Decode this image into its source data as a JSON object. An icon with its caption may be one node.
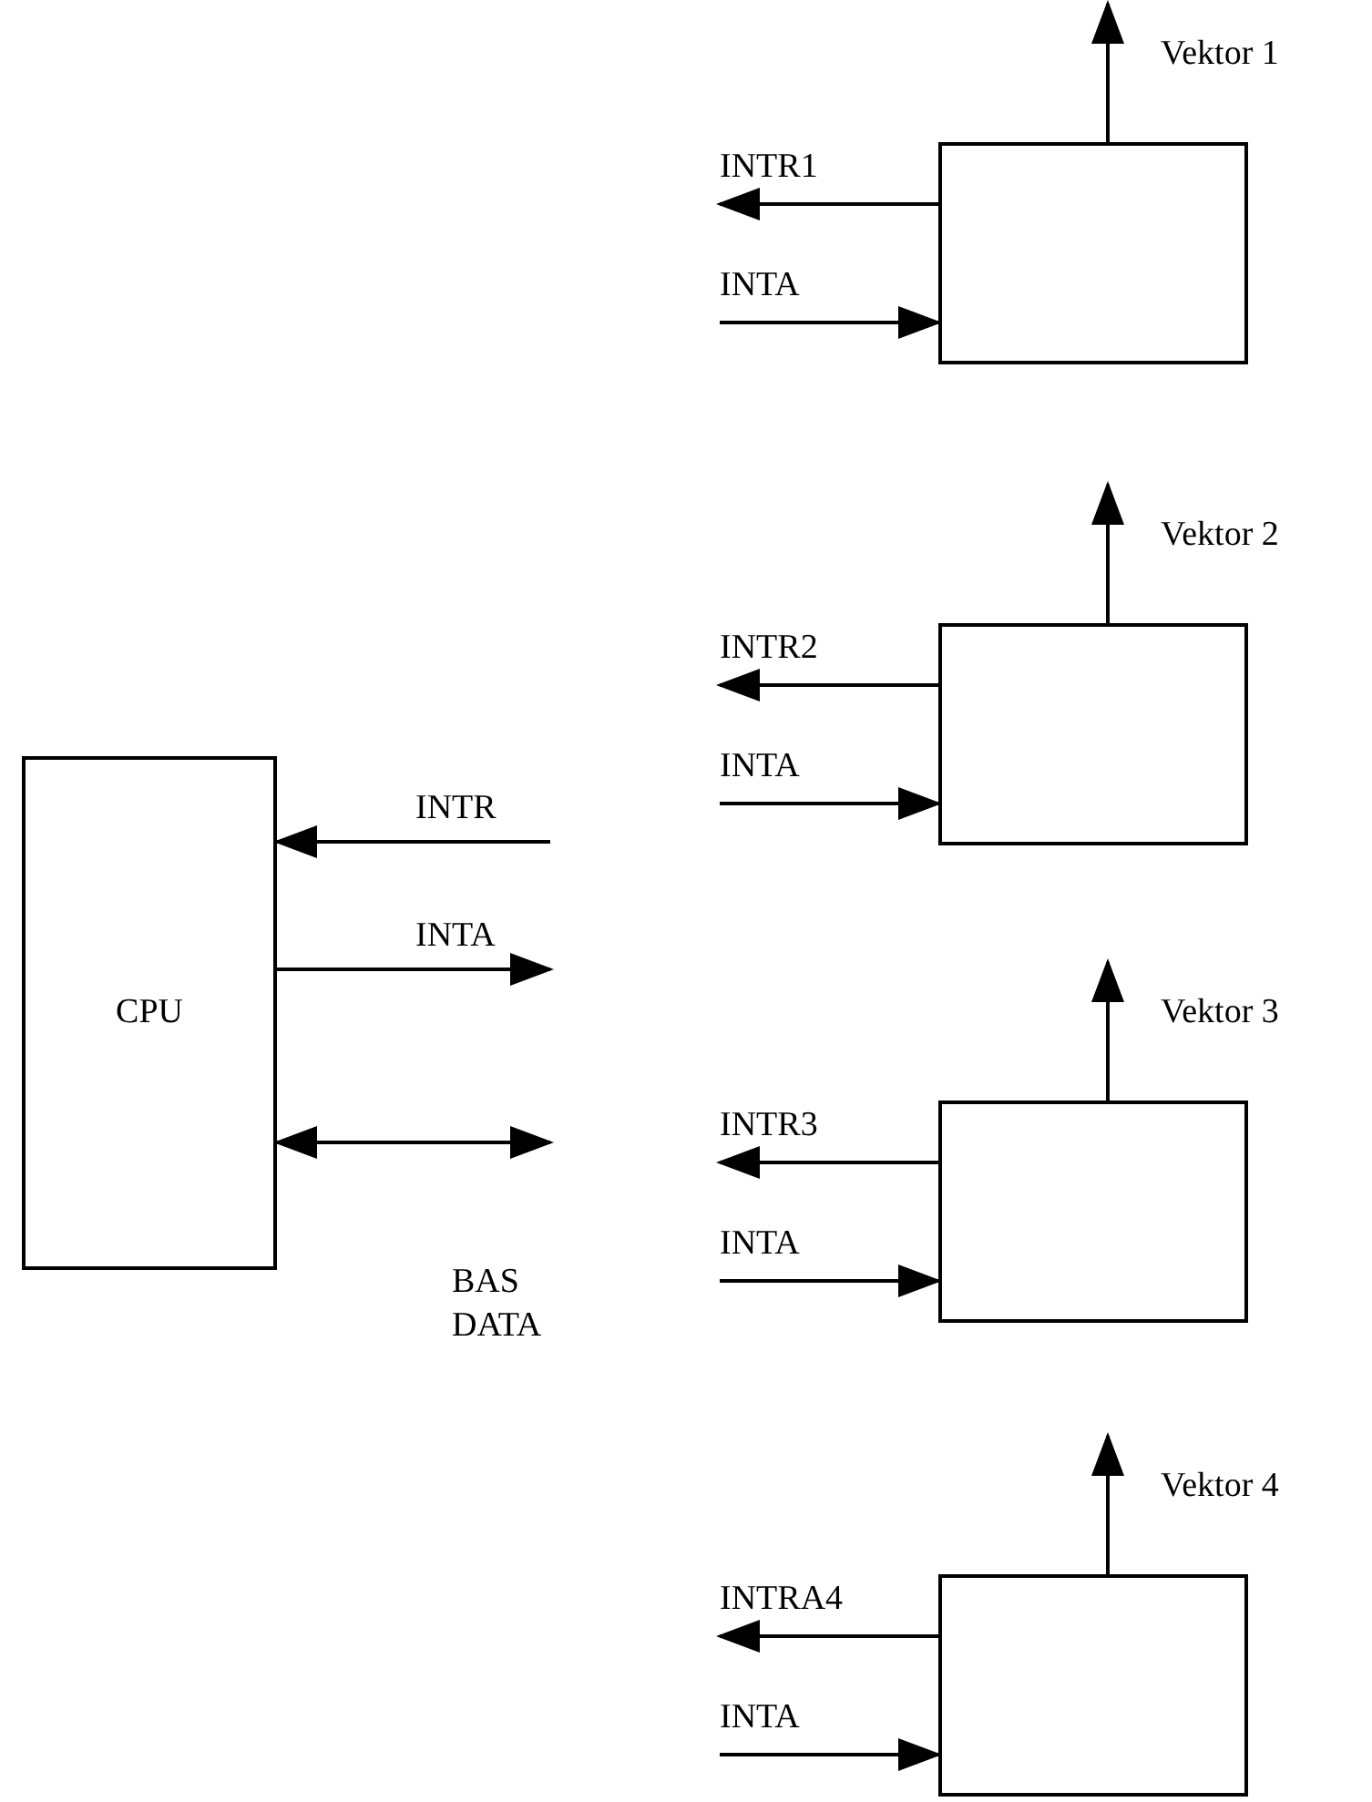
{
  "diagram": {
    "nodes": [
      {
        "text": [
          "CPU"
        ]
      },
      {
        "text": [],
        "shape": "box"
      },
      {
        "text": [],
        "shape": "box"
      },
      {
        "text": [],
        "shape": "box"
      },
      {
        "text": [],
        "shape": "box"
      }
    ],
    "edges": [
      {
        "from": null,
        "to": 0,
        "arrow": "to",
        "label": "INTR"
      },
      {
        "from": 0,
        "to": null,
        "arrow": "to",
        "label": "INTA"
      },
      {
        "from": 0,
        "to": null,
        "arrow": "both",
        "label": "BAS DATA"
      },
      {
        "from": 1,
        "to": null,
        "arrow": "to",
        "label": "Vektor 1"
      },
      {
        "from": 1,
        "to": null,
        "arrow": "to",
        "label": "INTR1"
      },
      {
        "from": null,
        "to": 1,
        "arrow": "to",
        "label": "INTA"
      },
      {
        "from": 2,
        "to": null,
        "arrow": "to",
        "label": "Vektor 2"
      },
      {
        "from": 2,
        "to": null,
        "arrow": "to",
        "label": "INTR2"
      },
      {
        "from": null,
        "to": 2,
        "arrow": "to",
        "label": "INTA"
      },
      {
        "from": 3,
        "to": null,
        "arrow": "to",
        "label": "Vektor 3"
      },
      {
        "from": 3,
        "to": null,
        "arrow": "to",
        "label": "INTR3"
      },
      {
        "from": null,
        "to": 3,
        "arrow": "to",
        "label": "INTA"
      },
      {
        "from": 4,
        "to": null,
        "arrow": "to",
        "label": "Vektor 4"
      },
      {
        "from": 4,
        "to": null,
        "arrow": "to",
        "label": "INTRA4"
      },
      {
        "from": null,
        "to": 4,
        "arrow": "to",
        "label": "INTA"
      }
    ]
  }
}
